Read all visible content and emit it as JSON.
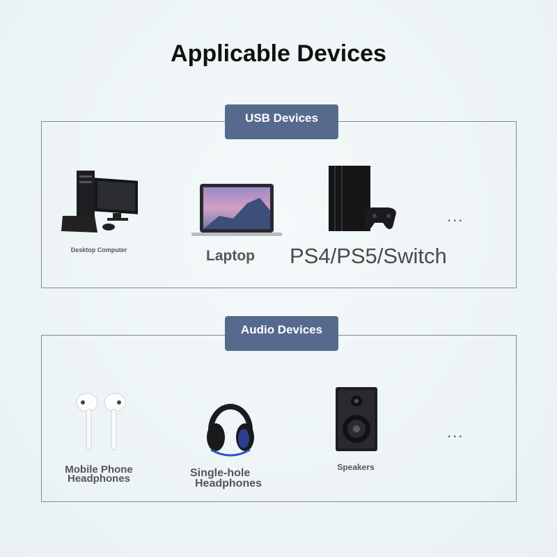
{
  "title": "Applicable Devices",
  "usb_section": {
    "label": "USB Devices",
    "items": [
      {
        "caption": "Desktop Computer",
        "icon": "desktop-computer-icon"
      },
      {
        "caption": "Laptop",
        "icon": "laptop-icon"
      },
      {
        "caption": "PS4/PS5/Switch",
        "icon": "game-console-icon"
      }
    ],
    "more": "..."
  },
  "audio_section": {
    "label": "Audio Devices",
    "items": [
      {
        "caption_line1": "Mobile Phone",
        "caption_line2": "Headphones",
        "icon": "earphones-icon"
      },
      {
        "caption_line1": "Single-hole",
        "caption_line2": "Headphones",
        "icon": "headphones-icon"
      },
      {
        "caption": "Speakers",
        "icon": "speaker-icon"
      }
    ],
    "more": "..."
  },
  "colors": {
    "section_label_bg": "#566a8e",
    "frame_border": "#7b88a6"
  }
}
